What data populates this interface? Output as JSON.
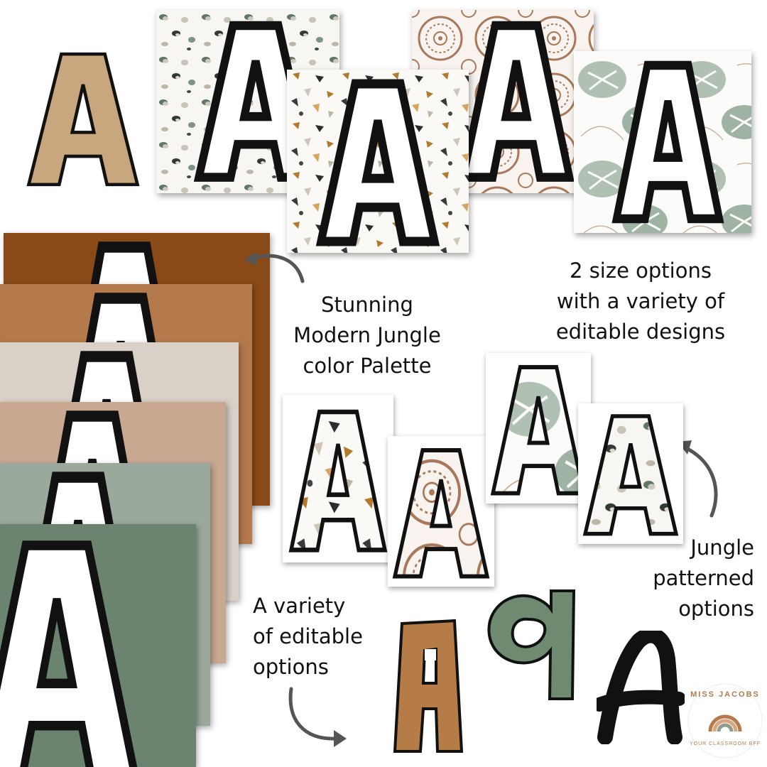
{
  "captions": {
    "palette": [
      "Stunning",
      "Modern Jungle",
      "color Palette"
    ],
    "sizes": [
      "2 size options",
      "with a variety of",
      "editable designs"
    ],
    "patterned": [
      "Jungle",
      "patterned",
      "options"
    ],
    "editable": [
      "A variety",
      "of editable",
      "options"
    ]
  },
  "letters": {
    "upper": "A",
    "lower_a_tall": "A",
    "lower_q": "q",
    "script_a": "A"
  },
  "logo": {
    "name": "MISS JACOBS",
    "tagline": "YOUR CLASSROOM BFF"
  },
  "colors": {
    "kraft": "#c9a77e",
    "rust": "#8a4a18",
    "caramel": "#b57a4b",
    "stone": "#d9d0c8",
    "blush": "#c9a891",
    "sage_light": "#9aa99b",
    "sage": "#6b8470",
    "outline": "#111111",
    "tan_letter": "#b57c48",
    "green_letter": "#6e8a70"
  }
}
